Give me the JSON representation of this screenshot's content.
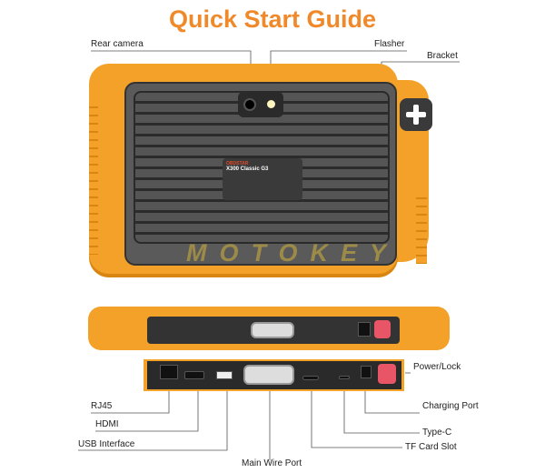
{
  "title": "Quick Start Guide",
  "labels": {
    "rear_camera": "Rear camera",
    "flasher": "Flasher",
    "bracket": "Bracket",
    "power_lock": "Power/Lock",
    "rj45": "RJ45",
    "charging_port": "Charging Port",
    "hdmi": "HDMI",
    "type_c": "Type-C",
    "usb_interface": "USB Interface",
    "tf_card_slot": "TF Card Slot",
    "main_wire_port": "Main Wire Port"
  },
  "device": {
    "brand": "OBDSTAR",
    "model": "X300 Classic G3",
    "watermark": "MOTOKEY",
    "body_color": "#f4a12a",
    "power_button_color": "#e85566"
  },
  "title_color": "#f0892a"
}
